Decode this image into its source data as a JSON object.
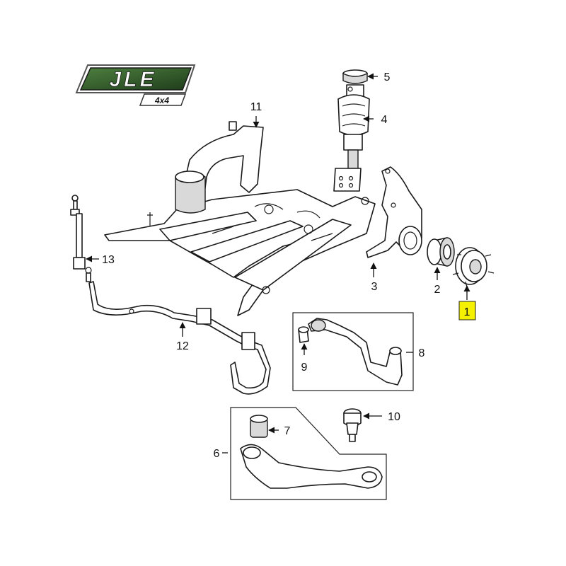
{
  "logo": {
    "brand": "JLE",
    "sub": "4x4"
  },
  "colors": {
    "highlight": "#f5f000",
    "logo_green": "#2f5d2a",
    "ink": "#1a1a1a"
  },
  "callouts": [
    "1",
    "2",
    "3",
    "4",
    "5",
    "6",
    "7",
    "8",
    "9",
    "10",
    "11",
    "12",
    "13"
  ],
  "highlighted_callout": "1"
}
